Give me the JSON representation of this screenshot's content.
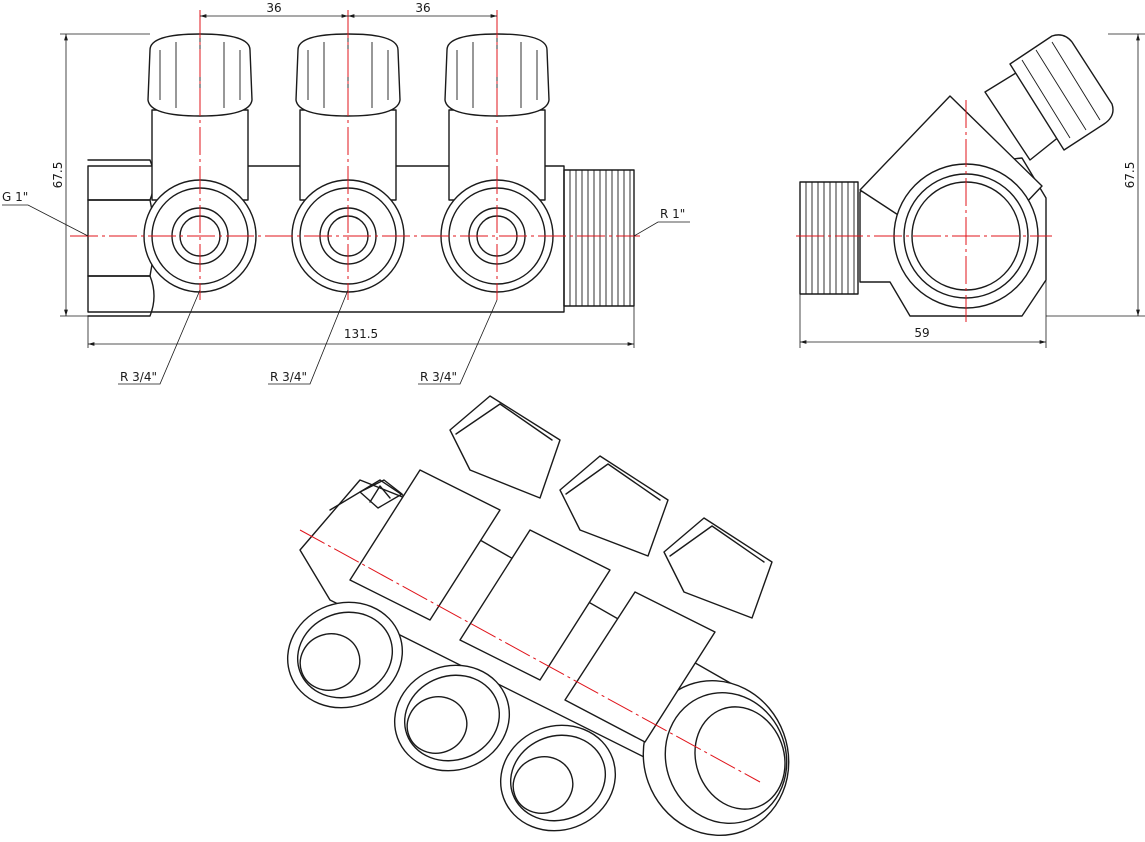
{
  "front_view": {
    "dim_spacing_1": "36",
    "dim_spacing_2": "36",
    "dim_height": "67.5",
    "dim_length": "131.5",
    "inlet_thread": "G 1\"",
    "outlet_thread": "R 1\"",
    "branch_threads": [
      "R 3/4\"",
      "R 3/4\"",
      "R 3/4\""
    ]
  },
  "side_view": {
    "dim_height": "67.5",
    "dim_depth": "59"
  },
  "colors": {
    "line": "#1a1a1a",
    "centerline": "#e0141b",
    "background": "#ffffff"
  }
}
